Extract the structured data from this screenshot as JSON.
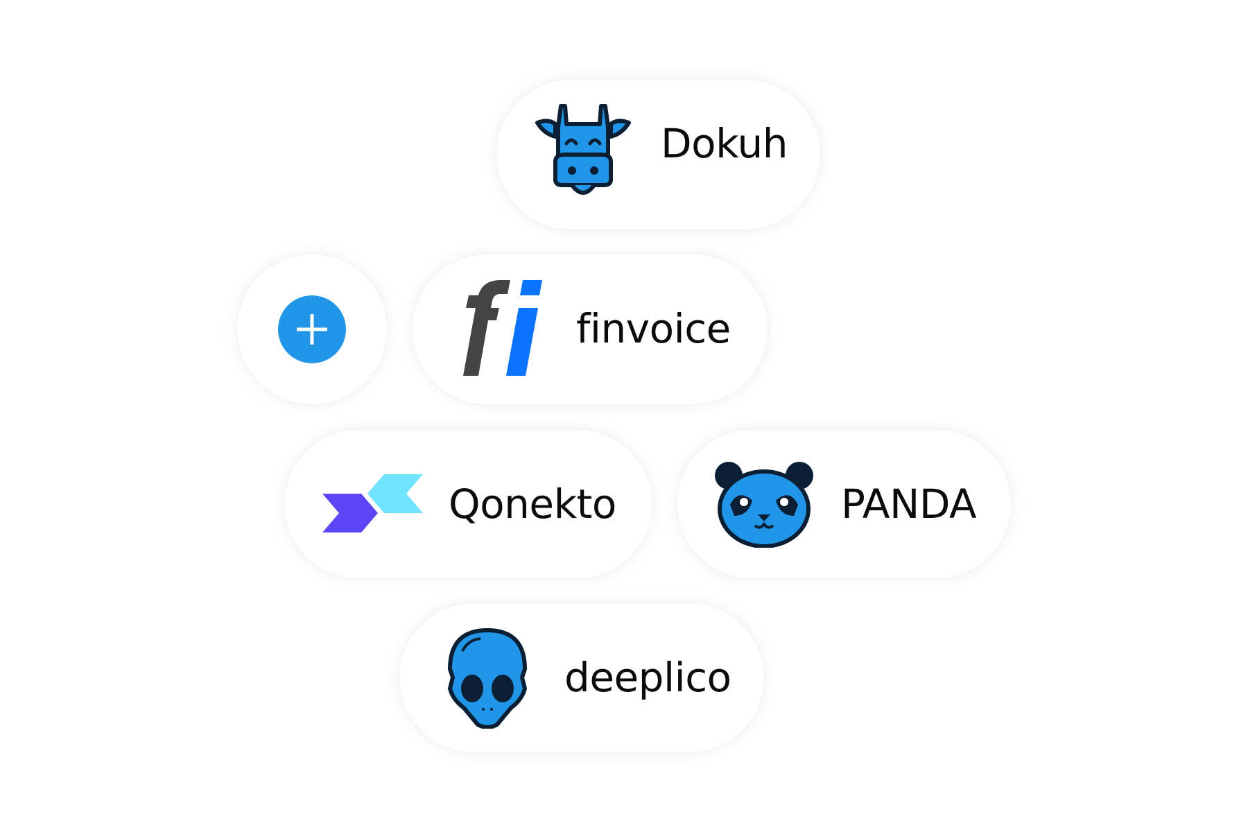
{
  "items": [
    {
      "name": "Dokuh",
      "icon": "cow-icon"
    },
    {
      "name": "finvoice",
      "icon": "fi-logo-icon"
    },
    {
      "name": "Qonekto",
      "icon": "chevrons-logo-icon"
    },
    {
      "name": "PANDA",
      "icon": "panda-icon"
    },
    {
      "name": "deeplico",
      "icon": "alien-icon"
    }
  ],
  "add_button": {
    "icon": "plus-icon"
  },
  "colors": {
    "accent": "#2196e8",
    "dark": "#0a1f33",
    "fi_gray": "#444444",
    "fi_blue": "#0a74ff",
    "q_purple": "#5b45f5",
    "q_cyan": "#6fe3ff"
  }
}
